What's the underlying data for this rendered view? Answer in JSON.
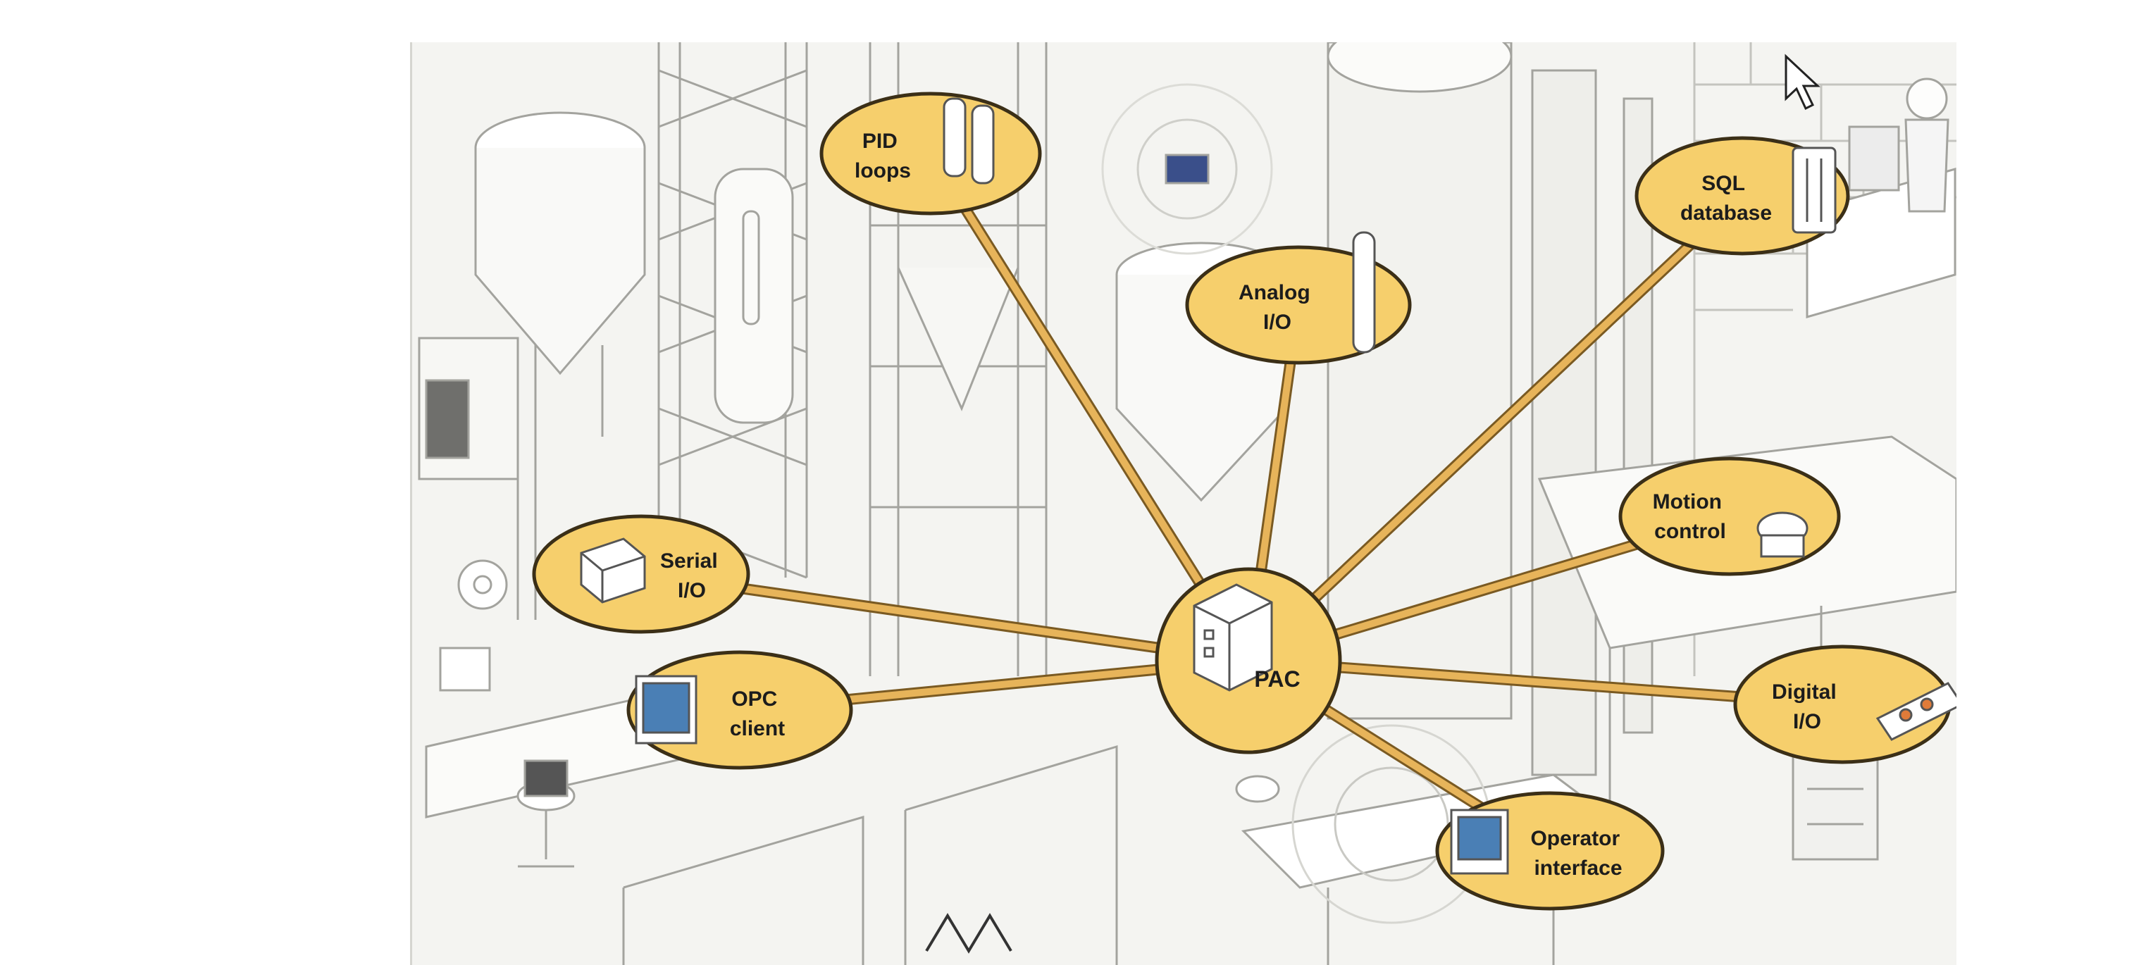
{
  "diagram": {
    "hub": {
      "id": "pac",
      "label": "PAC"
    },
    "nodes": [
      {
        "id": "pid-loops",
        "lines": [
          "PID",
          "loops"
        ]
      },
      {
        "id": "analog-io",
        "lines": [
          "Analog",
          "I/O"
        ]
      },
      {
        "id": "sql-database",
        "lines": [
          "SQL",
          "database"
        ]
      },
      {
        "id": "motion-control",
        "lines": [
          "Motion",
          "control"
        ]
      },
      {
        "id": "digital-io",
        "lines": [
          "Digital",
          "I/O"
        ]
      },
      {
        "id": "operator-interface",
        "lines": [
          "Operator",
          "interface"
        ]
      },
      {
        "id": "opc-client",
        "lines": [
          "OPC",
          "client"
        ]
      },
      {
        "id": "serial-io",
        "lines": [
          "Serial",
          "I/O"
        ]
      }
    ],
    "edges": [
      {
        "from": "pac",
        "to": "pid-loops"
      },
      {
        "from": "pac",
        "to": "analog-io"
      },
      {
        "from": "pac",
        "to": "sql-database"
      },
      {
        "from": "pac",
        "to": "motion-control"
      },
      {
        "from": "pac",
        "to": "digital-io"
      },
      {
        "from": "pac",
        "to": "operator-interface"
      },
      {
        "from": "pac",
        "to": "opc-client"
      },
      {
        "from": "pac",
        "to": "serial-io"
      }
    ],
    "colors": {
      "node_fill": "#f6cf6c",
      "node_stroke": "#3b2f17",
      "connector": "#e7b45a",
      "connector_edge": "#7a5a22",
      "line_art": "#9a9a96",
      "background": "#f4f4f1"
    }
  }
}
